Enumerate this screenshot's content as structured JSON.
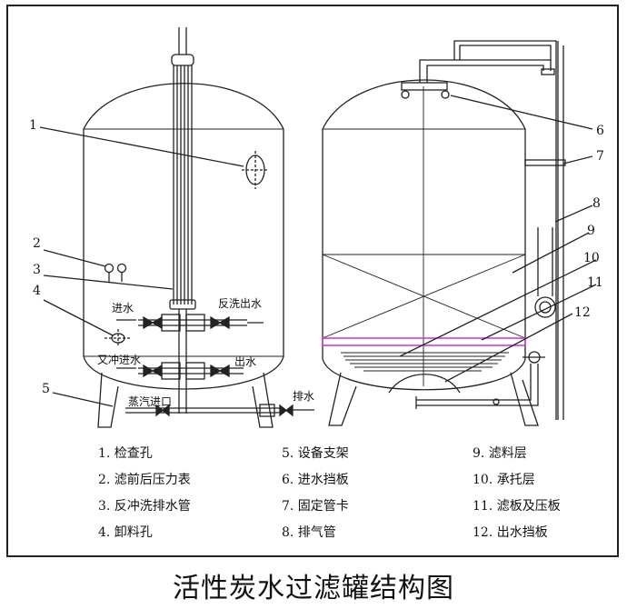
{
  "title": "活性炭水过滤罐结构图",
  "labels": {
    "inlet": "进水",
    "backwash_outlet": "反洗出水",
    "backflush_inlet": "又冲进水",
    "outlet": "出水",
    "steam_inlet": "蒸汽进口",
    "drain": "排水"
  },
  "callout_numbers": [
    "1",
    "2",
    "3",
    "4",
    "5",
    "6",
    "7",
    "8",
    "9",
    "10",
    "11",
    "12"
  ],
  "legend": [
    "1. 检查孔",
    "5. 设备支架",
    "9. 滤料层",
    "2. 滤前后压力表",
    "6. 进水挡板",
    "10. 承托层",
    "3. 反冲洗排水管",
    "7. 固定管卡",
    "11. 滤板及压板",
    "4. 卸料孔",
    "8. 排气管",
    "12. 出水挡板"
  ],
  "colors": {
    "line": "#222222",
    "filter_plate": "#cc33cc"
  }
}
